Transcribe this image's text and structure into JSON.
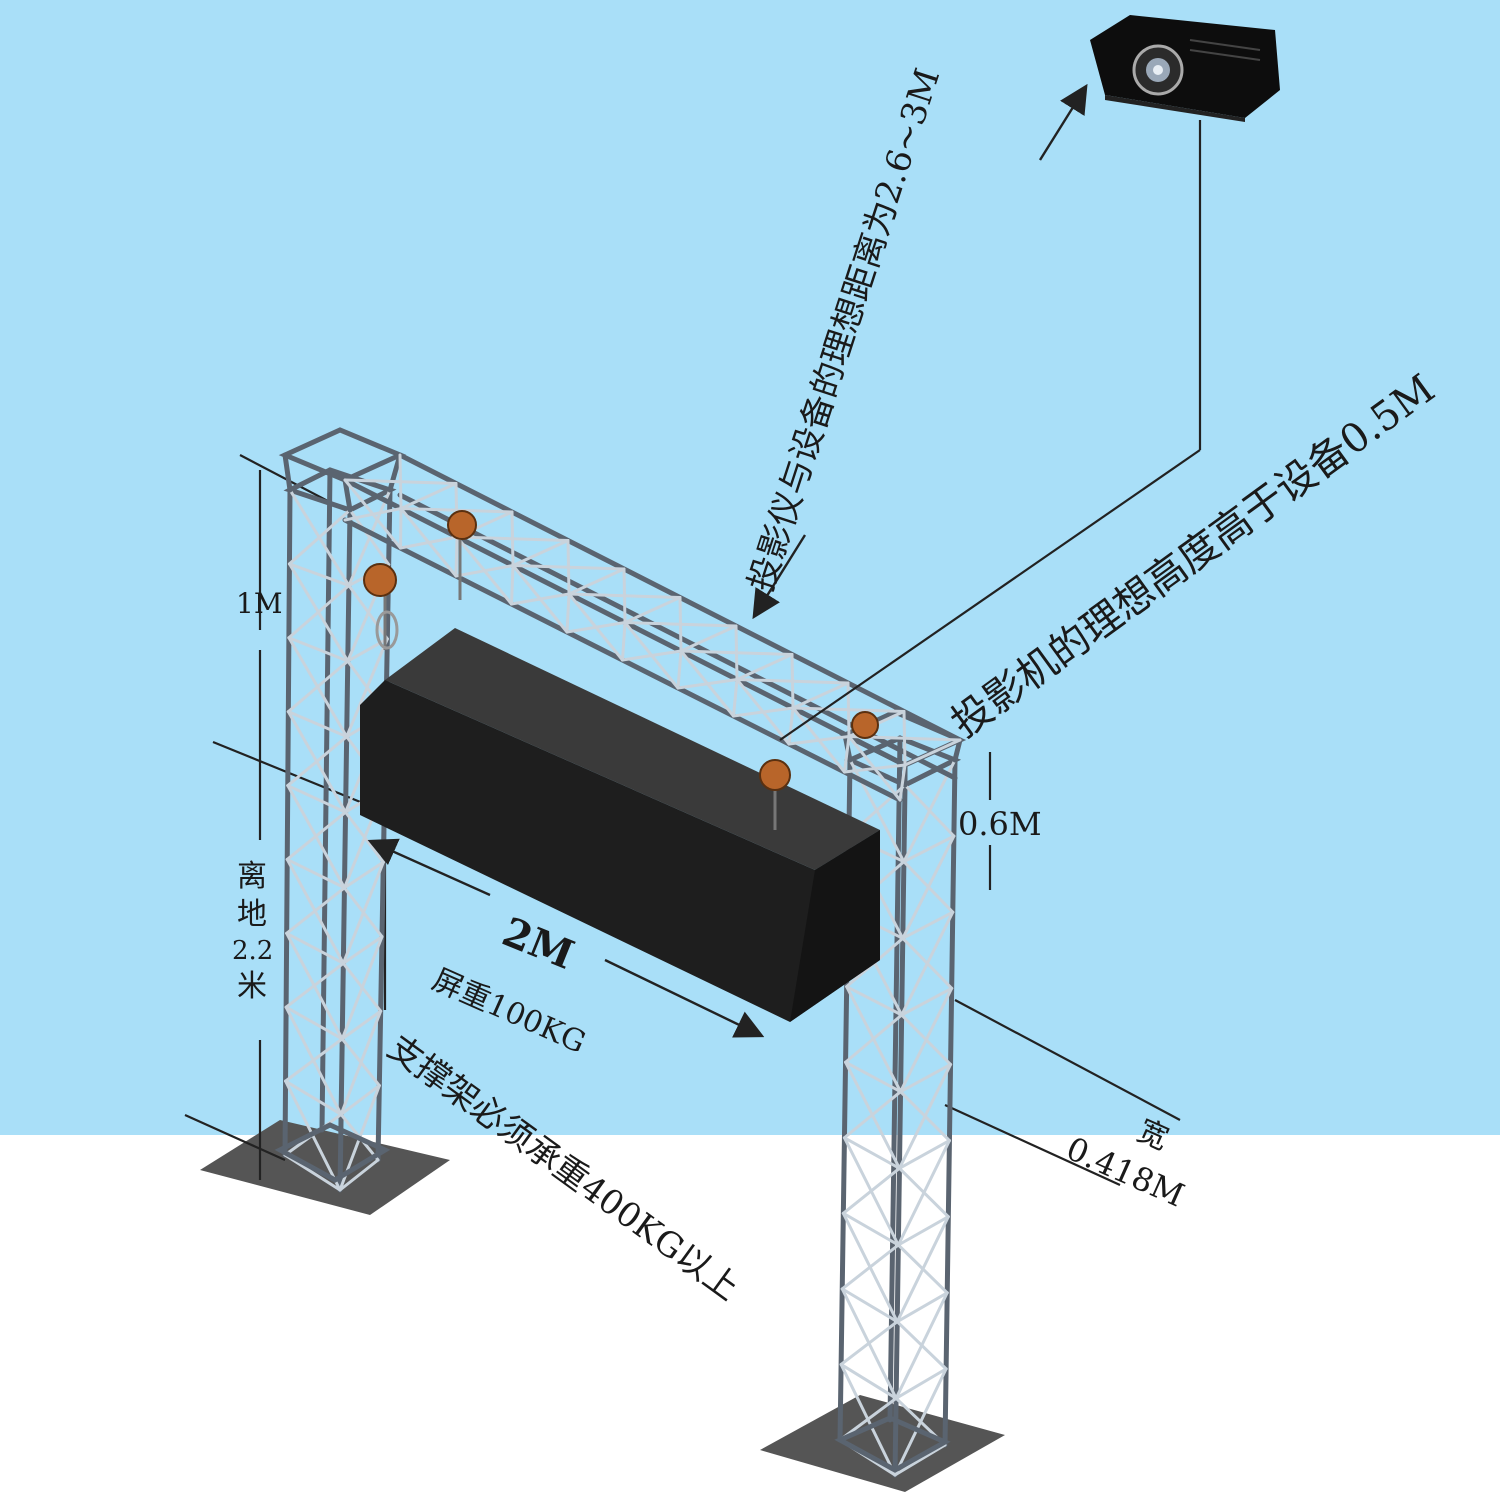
{
  "colors": {
    "sky": "#a9dff8",
    "floor": "#ffffff",
    "truss": "#5a6470",
    "truss_light": "#c9d3dc",
    "screen": "#1e1e1e",
    "screen_top": "#3a3a3a",
    "hoist": "#b8652a",
    "line": "#222222",
    "base_plate": "#555555"
  },
  "icons": {
    "projector": "projector-icon",
    "hoist": "chain-hoist-icon",
    "arrow": "arrow-icon"
  },
  "labels": {
    "projection_distance": "投影仪与设备的理想距离为2.6~3M",
    "projector_height": "投影机的理想高度高于设备0.5M",
    "top_gap": "1M",
    "ground_clearance_chars": [
      "离",
      "地",
      "2.2",
      "米"
    ],
    "screen_height": "0.6M",
    "screen_length": "2M",
    "screen_weight": "屏重100KG",
    "support_load": "支撑架必须承重400KG以上",
    "width_title": "宽",
    "width_value": "0.418M"
  }
}
